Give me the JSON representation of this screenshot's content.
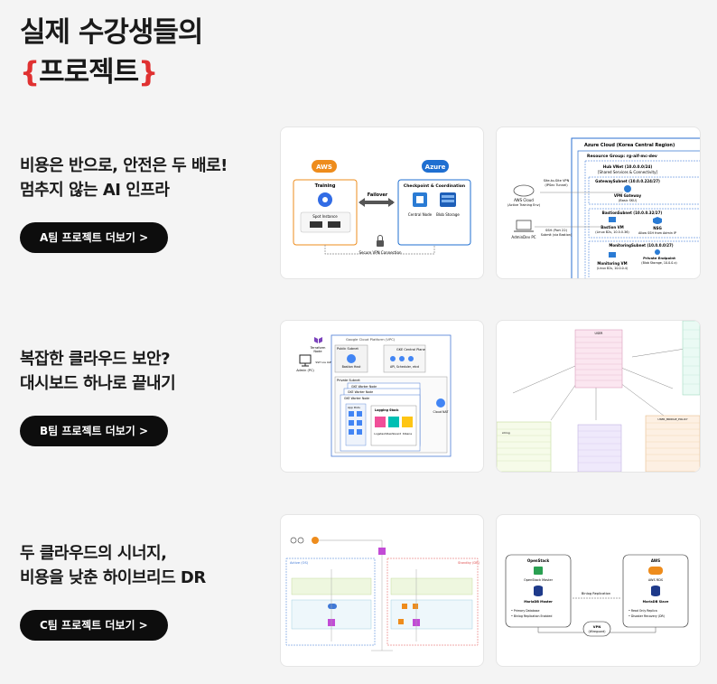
{
  "heading": {
    "line1": "실제 수강생들의",
    "open_brace": "{",
    "accent": "프로젝트",
    "close_brace": "}"
  },
  "projects": [
    {
      "title_line1": "비용은 반으로, 안전은 두 배로!",
      "title_line2": "멈추지 않는 AI 인프라",
      "button": "A팀 프로젝트 더보기 >",
      "card1": {
        "aws": "AWS",
        "azure": "Azure",
        "training": "Training",
        "checkpoint": "Checkpoint & Coordination",
        "failover": "Failover",
        "spot": "Spot Instance",
        "central": "Central Node",
        "blob": "Blob Storage",
        "vpn": "Secure VPN Connection"
      },
      "card2": {
        "header": "Azure Cloud (Korea Central Region)",
        "rg": "Resource Group: rg-aif-mc-dev",
        "hub": "Hub VNet (10.0.0.0/24)",
        "shared": "[Shared Services & Connectivity]",
        "gw_subnet": "GatewaySubnet (10.0.0.224/27)",
        "vpn_gw": "VPN Gateway",
        "vpn_gw_sub": "(Basic SKU)",
        "s2s": "Site-to-Site VPN",
        "ipsec": "(IPSec Tunnel)",
        "aws_cloud": "AWS Cloud",
        "aws_env": "(Active Training Env)",
        "bastion_subnet": "BastionSubnet (10.0.0.32/27)",
        "bastion_vm": "Bastion VM",
        "bastion_os": "(Linux B2s, 10.0.0.36)",
        "nsg": "NSG",
        "nsg_sub": "Allow SSH from Admin IP",
        "ssh": "SSH (Port 22)",
        "ssh_sub": "Submit (via Bastion)",
        "admin_pc": "AdminDev PC",
        "mon_subnet": "MonitoringSubnet (10.0.0.0/27)",
        "pe": "Private Endpoint",
        "pe_sub": "(Blob Storage, 10.0.0.x)",
        "mon_vm": "Monitoring VM",
        "mon_os": "(Linux B2s, 10.0.0.4)"
      }
    },
    {
      "title_line1": "복잡한 클라우드 보안?",
      "title_line2": "대시보드 하나로 끝내기",
      "button": "B팀 프로젝트 더보기 >",
      "card1": {
        "gcp": "Google Cloud Platform (VPC)",
        "tf": "Terraform",
        "tf_sub": "Node",
        "admin": "Admin (PC)",
        "ssh": "SSH via IAP",
        "public_subnet": "Public Subnet",
        "bastion": "Bastion Host",
        "gke_cp": "GKE Central Plane",
        "api": "API, Scheduler, etcd",
        "private_subnet": "Private Subnet",
        "worker1": "GKE Worker Node",
        "worker2": "GKE Worker Node",
        "worker3": "GKE Worker Node",
        "app": "App Pods",
        "logging": "Logging Stack",
        "logstash": "Logstash",
        "dash": "Dashboard",
        "kibana": "Kibana",
        "nat": "Cloud NAT"
      },
      "card2": {
        "users": "USER",
        "policy": "USER_BRIDGE_POLICY",
        "string": "string"
      }
    },
    {
      "title_line1": "두 클라우드의 시너지,",
      "title_line2": "비용을 낮춘 하이브리드 DR",
      "button": "C팀 프로젝트 더보기 >",
      "card1": {
        "active": "Active (OS)",
        "standby": "Standby (DR)"
      },
      "card2": {
        "openstack": "OpenStack",
        "aws": "AWS",
        "os_master": "OpenStack Master",
        "aws_rds": "AWS RDS",
        "mariadb_master": "MariaDB Master",
        "mariadb_slave": "MariaDB Slave",
        "binlog": "Binlog Replication",
        "vpn": "VPN",
        "vpn_sub": "(Wireguard)",
        "m1": "• Primary Database",
        "m2": "• Binlog Replication Enabled",
        "s1": "• Read Only Replica",
        "s2": "• Disaster Recovery (DR)"
      }
    }
  ],
  "colors": {
    "accent": "#e03131",
    "button_bg": "#0d0d0d",
    "page_bg": "#f4f4f4",
    "aws_orange": "#ee8c1c",
    "azure_blue": "#1f6fd1"
  }
}
